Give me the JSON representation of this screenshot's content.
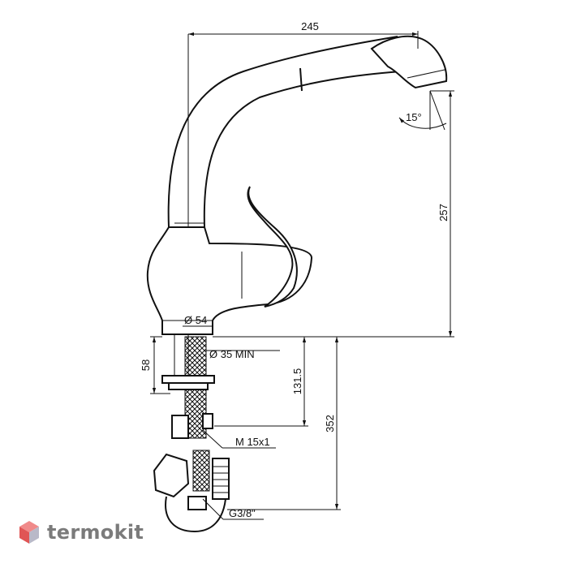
{
  "dimensions": {
    "spout_reach": "245",
    "total_height": "257",
    "spray_angle": "15°",
    "base_diameter": "Ø 54",
    "mount_hole": "Ø 35 MIN",
    "base_to_nut": "58",
    "nut_depth": "131.5",
    "hose_length": "352",
    "hose_thread": "M 15x1",
    "supply_thread": "G3/8\""
  },
  "brand": {
    "name": "termokit",
    "colors": {
      "logo_top": "#f08a8a",
      "logo_side": "#e05555",
      "logo_front": "#b9b9c8",
      "text": "#7b7b7b"
    }
  }
}
